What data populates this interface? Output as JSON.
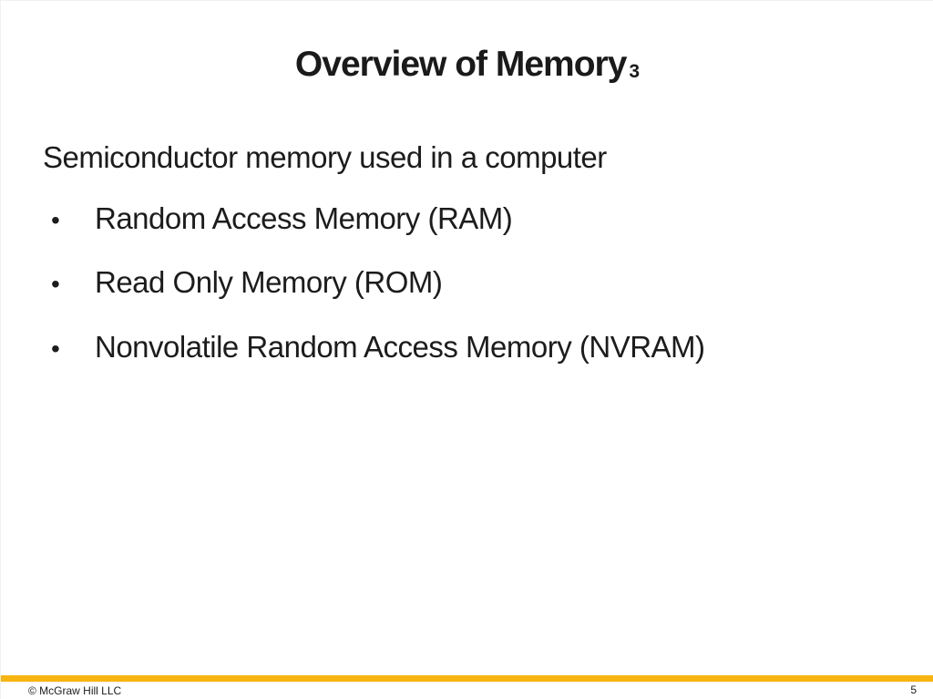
{
  "slide": {
    "title": "Overview of Memory",
    "title_subscript": "3",
    "lead": "Semiconductor memory used in a computer",
    "bullet_marker": "•",
    "bullets": [
      "Random Access Memory (RAM)",
      "Read Only Memory (ROM)",
      "Nonvolatile Random Access Memory (NVRAM)"
    ]
  },
  "footer": {
    "copyright": "© McGraw Hill LLC",
    "page_number": "5",
    "accent_bar_color": "#F8B411"
  },
  "colors": {
    "text": "#1c1c1c",
    "accent": "#F8B411",
    "background": "#ffffff"
  }
}
